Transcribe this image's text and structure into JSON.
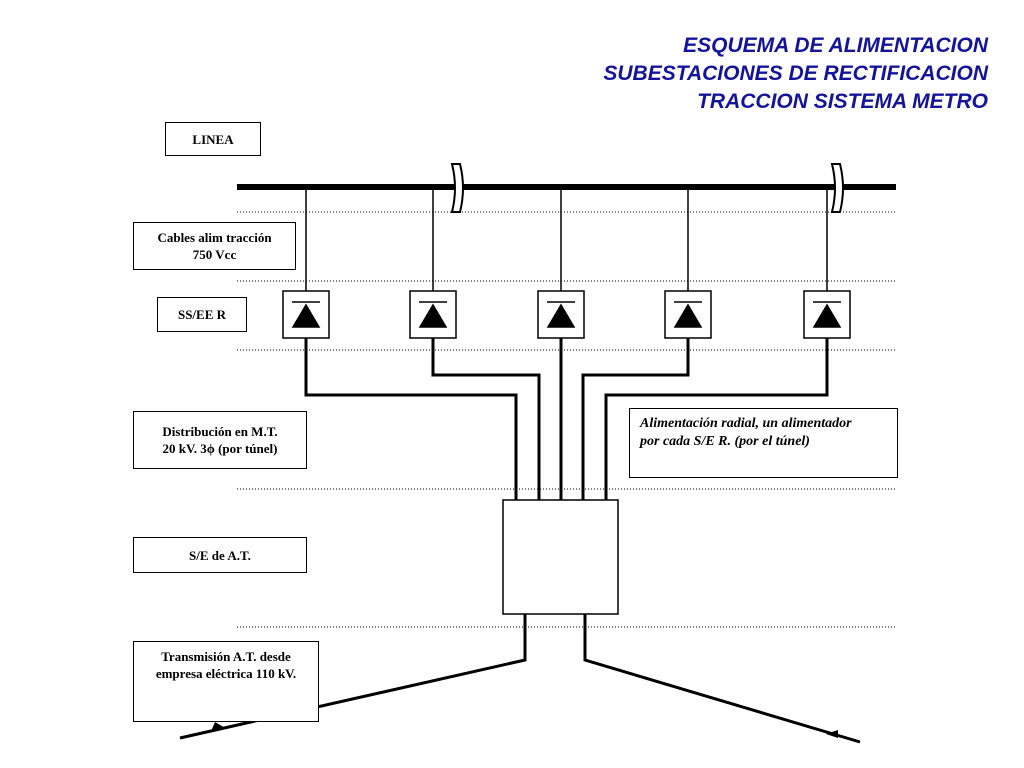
{
  "title": {
    "line1": "ESQUEMA DE ALIMENTACION",
    "line2": "SUBESTACIONES DE RECTIFICACION",
    "line3": "TRACCION SISTEMA METRO"
  },
  "labels": {
    "linea": "LINEA",
    "cables_1": "Cables alim tracción",
    "cables_2": "750 Vcc",
    "ssee": "SS/EE R",
    "distribucion_1": "Distribución en M.T.",
    "distribucion_2": "20 kV. 3ϕ (por túnel)",
    "se_at": "S/E de A.T.",
    "transmision_1": "Transmisión A.T. desde",
    "transmision_2": "empresa eléctrica 110 kV."
  },
  "note": {
    "line1": "Alimentación radial, un alimentador",
    "line2": "por cada S/E R. (por el túnel)"
  },
  "diagram": {
    "rectifier_count": 5,
    "symbol": "diode-icon",
    "line_color": "#000000"
  }
}
